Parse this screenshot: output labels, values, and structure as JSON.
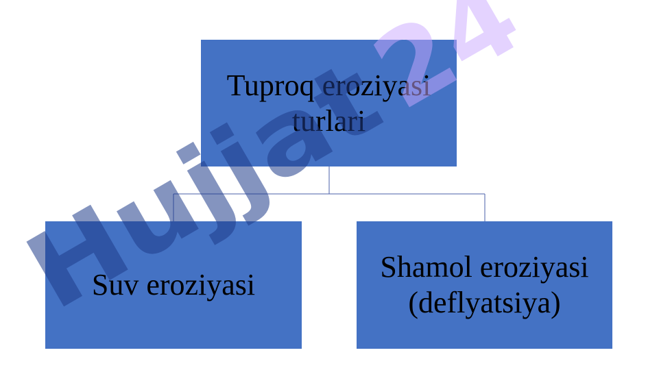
{
  "diagram": {
    "root": {
      "lines": [
        "Tuproq eroziyasi",
        "turlari"
      ]
    },
    "children": [
      {
        "lines": [
          "Suv eroziyasi"
        ]
      },
      {
        "lines": [
          "Shamol eroziyasi",
          "(deflyatsiya)"
        ]
      }
    ]
  },
  "watermark": {
    "text_main": "Hujjat",
    "text_num": "24"
  },
  "colors": {
    "box_fill": "#4472c4",
    "connector": "#4a5fa8",
    "watermark_blue": "#1f3c8a",
    "watermark_gray": "#8a8a8a",
    "watermark_violet": "#c9a8ff"
  }
}
